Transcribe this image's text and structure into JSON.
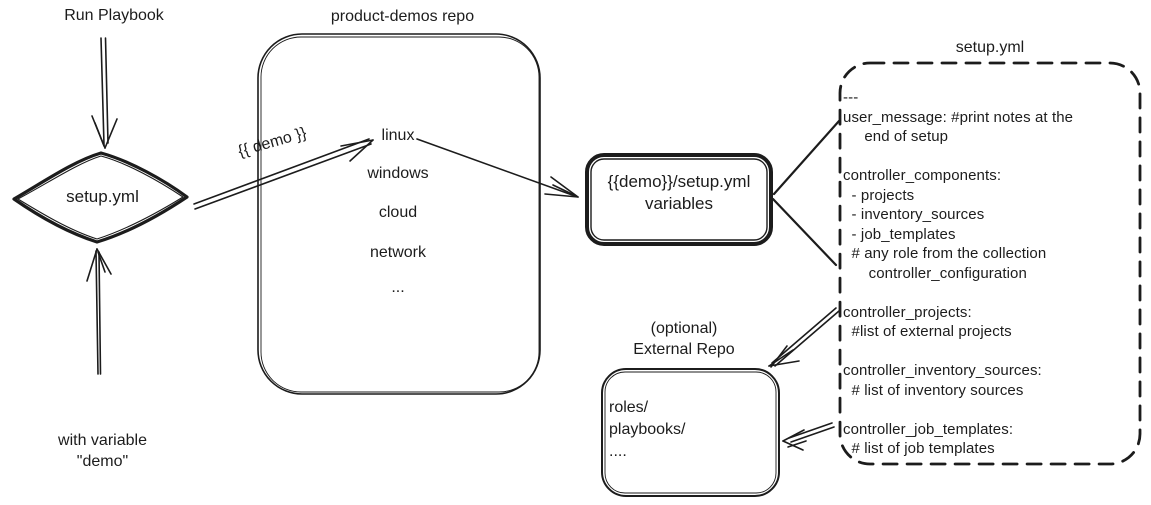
{
  "palette": {
    "background": "#ffffff",
    "ink": "#1c1c1c"
  },
  "left_flow": {
    "trigger_label": "Run Playbook",
    "diamond_label": "setup.yml",
    "variable_note": [
      "with variable",
      "\"demo\""
    ]
  },
  "repo_box": {
    "title": "product-demos repo",
    "items": [
      "linux",
      "windows",
      "cloud",
      "network",
      "..."
    ]
  },
  "demo_edge_label": "{{ demo }}",
  "variables_box": {
    "label": [
      "{{demo}}/setup.yml",
      "variables"
    ]
  },
  "external_repo_box": {
    "title": [
      "(optional)",
      "External Repo"
    ],
    "contents": [
      "roles/",
      "playbooks/",
      "...."
    ]
  },
  "setup_yml_box": {
    "title": "setup.yml",
    "yaml": [
      "---",
      "user_message: #print notes at the",
      "     end of setup",
      "",
      "controller_components:",
      "  - projects",
      "  - inventory_sources",
      "  - job_templates",
      "  # any role from the collection",
      "      controller_configuration",
      "",
      "controller_projects:",
      "  #list of external projects",
      "",
      "controller_inventory_sources:",
      "  # list of inventory sources",
      "",
      "controller_job_templates:",
      "  # list of job templates"
    ]
  }
}
